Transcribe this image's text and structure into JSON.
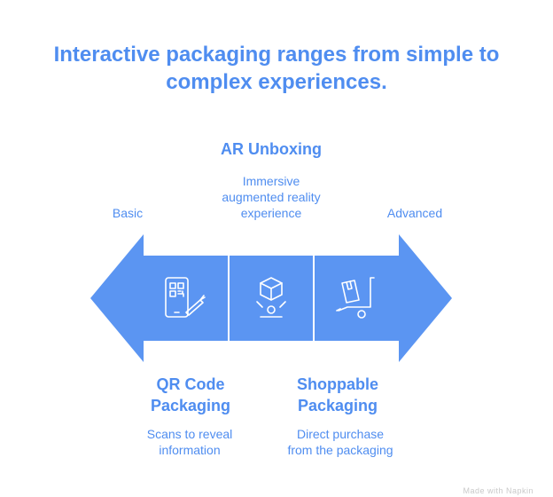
{
  "title": {
    "line1": "Interactive packaging ranges from simple to",
    "line2": "complex experiences."
  },
  "ends": {
    "left": "Basic",
    "right": "Advanced"
  },
  "stages": [
    {
      "heading_lines": [
        "QR Code",
        "Packaging"
      ],
      "desc_lines": [
        "Scans to reveal",
        "information"
      ],
      "icon": "smartphone-qr-icon"
    },
    {
      "heading_lines": [
        "AR Unboxing"
      ],
      "desc_lines": [
        "Immersive",
        "augmented reality",
        "experience"
      ],
      "icon": "ar-box-icon"
    },
    {
      "heading_lines": [
        "Shoppable",
        "Packaging"
      ],
      "desc_lines": [
        "Direct purchase",
        "from the packaging"
      ],
      "icon": "hand-truck-icon"
    }
  ],
  "footer": "Made with Napkin",
  "colors": {
    "accent": "#4f8df0",
    "shape_fill": "#5b95f2",
    "divider": "#ffffff"
  }
}
